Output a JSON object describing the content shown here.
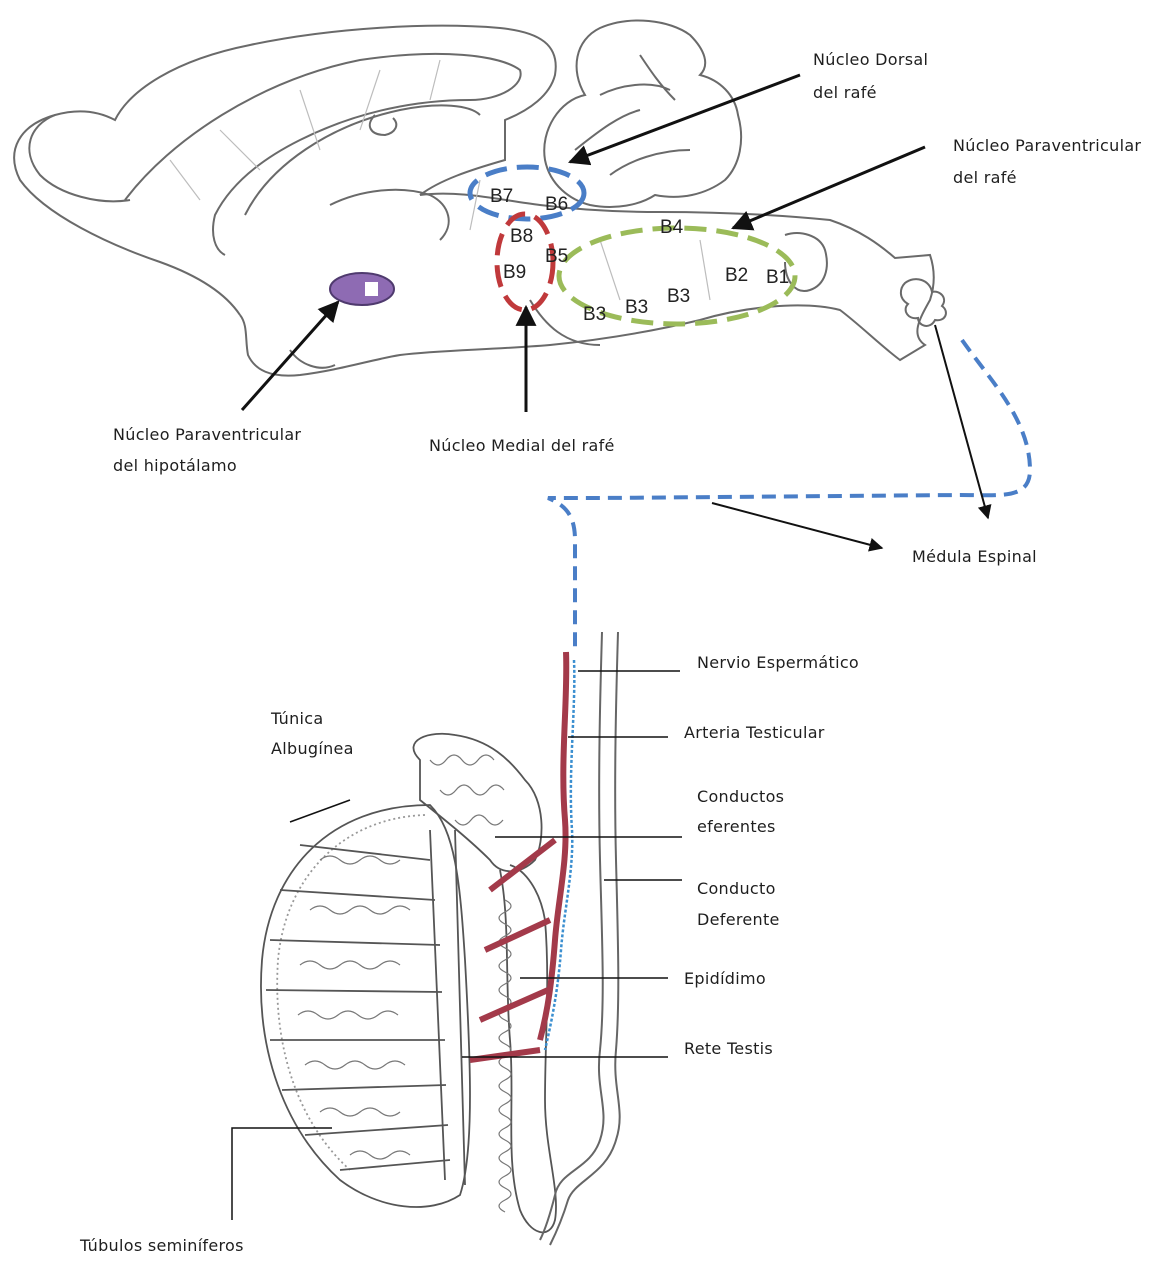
{
  "labels": {
    "dorsal_raphe": [
      "Núcleo Dorsal",
      "del rafé"
    ],
    "paraventricular_raphe": [
      "Núcleo Paraventricular",
      "del rafé"
    ],
    "paraventricular_hypothalamus": [
      "Núcleo Paraventricular",
      "del  hipotálamo"
    ],
    "medial_raphe": "Núcleo Medial del rafé",
    "spinal_cord": "Médula Espinal",
    "spermatic_nerve": "Nervio Espermático",
    "testicular_artery": "Arteria Testicular",
    "efferent_ducts": [
      "Conductos",
      "eferentes"
    ],
    "vas_deferens": [
      "Conducto",
      "Deferente"
    ],
    "epididymis": "Epidídimo",
    "rete_testis": "Rete Testis",
    "tunica_albuginea": [
      "Túnica",
      "Albugínea"
    ],
    "seminiferous_tubules": "Túbulos seminíferos"
  },
  "nuclei": {
    "b7": "B7",
    "b6": "B6",
    "b8": "B8",
    "b5": "B5",
    "b9": "B9",
    "b4": "B4",
    "b2": "B2",
    "b1": "B1",
    "b3a": "B3",
    "b3b": "B3",
    "b3c": "B3"
  },
  "colors": {
    "dorsal_group": "#4a7ec7",
    "medial_group": "#c0393b",
    "caudal_group": "#9bbb59",
    "spinal_path": "#4a7ec7",
    "hypothalamus_nucleus": "#8e6bb3",
    "artery": "#a33a4a",
    "nerve": "#3b8fd0",
    "outline": "#6a6a6a",
    "pointer": "#111111"
  }
}
